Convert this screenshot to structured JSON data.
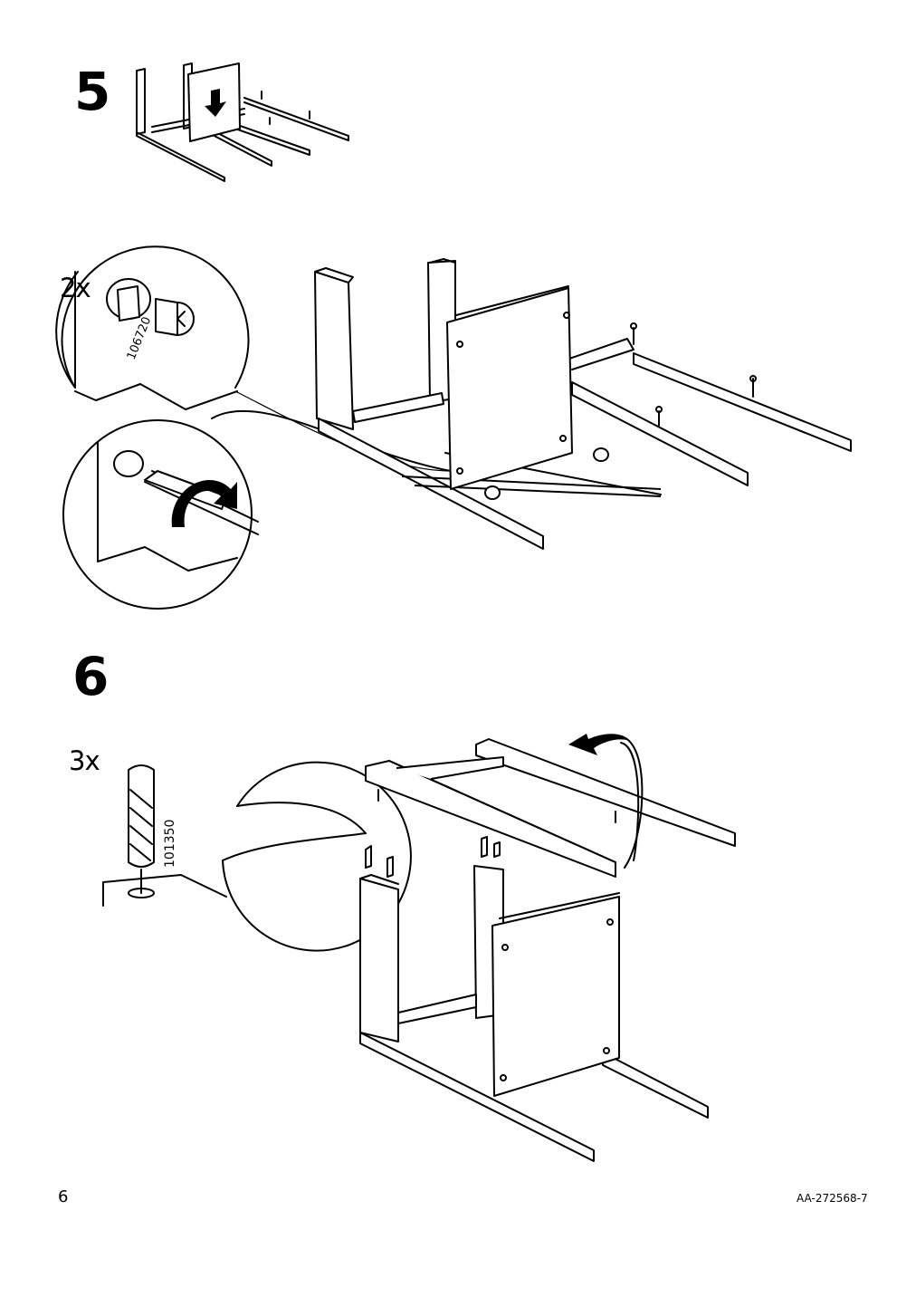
{
  "page": {
    "number": "6",
    "document_code": "AA-272568-7"
  },
  "steps": [
    {
      "number": "5",
      "detail_quantity": "2x",
      "part_number": "106720"
    },
    {
      "number": "6",
      "detail_quantity": "3x",
      "part_number": "101350"
    }
  ],
  "icons": {
    "step5_overview": "press-panel-down-arrow",
    "step5_detail_top": "cam-lock-insert",
    "step5_detail_bottom": "screwdriver-turn-clockwise",
    "step6_detail": "wooden-dowel",
    "step6_main": "rotate-top-frame-arrow"
  }
}
